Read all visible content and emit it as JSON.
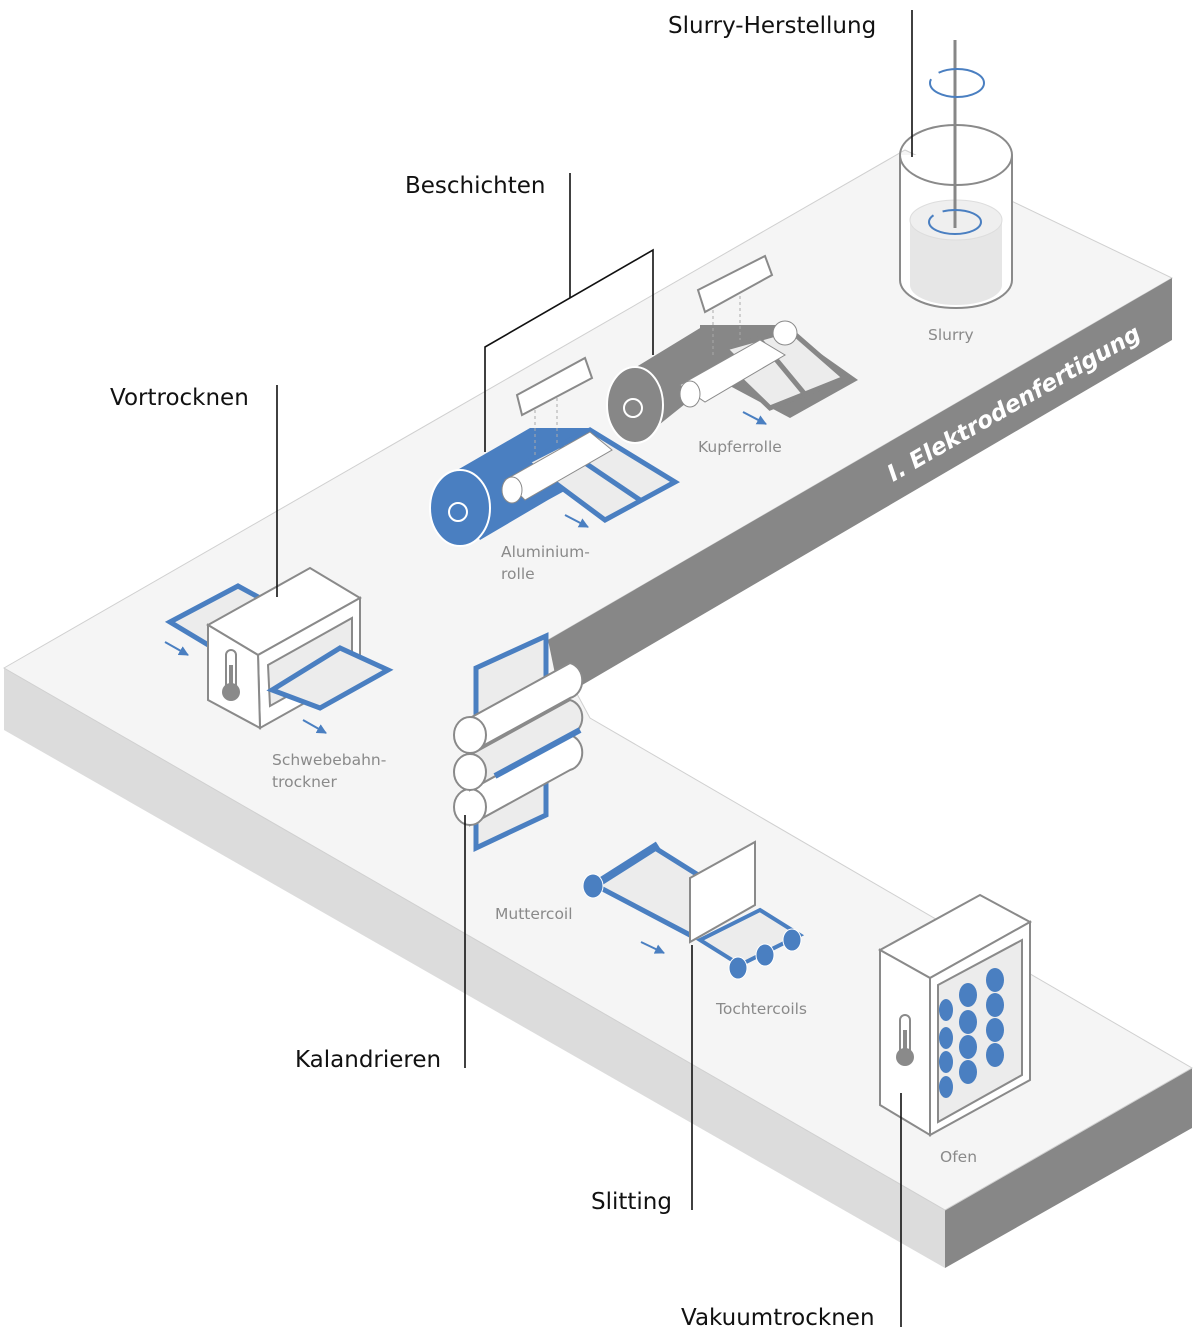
{
  "title_band": "I. Elektrodenfertigung",
  "process_steps": {
    "slurry_herstellung": "Slurry-Herstellung",
    "beschichten": "Beschichten",
    "vortrocknen": "Vortrocknen",
    "kalandrieren": "Kalandrieren",
    "slitting": "Slitting",
    "vakuumtrocknen": "Vakuumtrocknen"
  },
  "equipment_labels": {
    "slurry": "Slurry",
    "kupferrolle": "Kupferrolle",
    "aluminiumrolle_1": "Aluminium-",
    "aluminiumrolle_2": "rolle",
    "schwebebahntrockner_1": "Schwebebahn-",
    "schwebebahntrockner_2": "trockner",
    "muttercoil": "Muttercoil",
    "tochtercoils": "Tochtercoils",
    "ofen": "Ofen"
  },
  "colors": {
    "accent_blue": "#4a7fc1",
    "dark_gray": "#878787",
    "platform_top": "#f5f5f5",
    "platform_side": "#dcdcdc"
  }
}
